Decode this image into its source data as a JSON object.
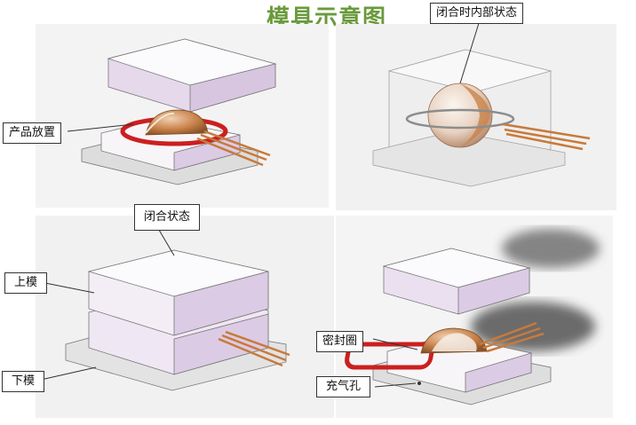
{
  "title": "模具示意图",
  "callouts": {
    "product_placement": "产品放置",
    "closed_internal": "闭合时内部状态",
    "closed_state": "闭合状态",
    "upper_mold": "上模",
    "lower_mold": "下模",
    "seal_ring": "密封圈",
    "inflation_hole": "充气孔"
  },
  "colors": {
    "title": "#6a9a3c",
    "seal_ring": "#cc1f1f",
    "pipe": "#c87a3a",
    "mold_face": "#f4f1f6",
    "mold_side": "#e2d6ea",
    "ball": "#c9824a"
  }
}
